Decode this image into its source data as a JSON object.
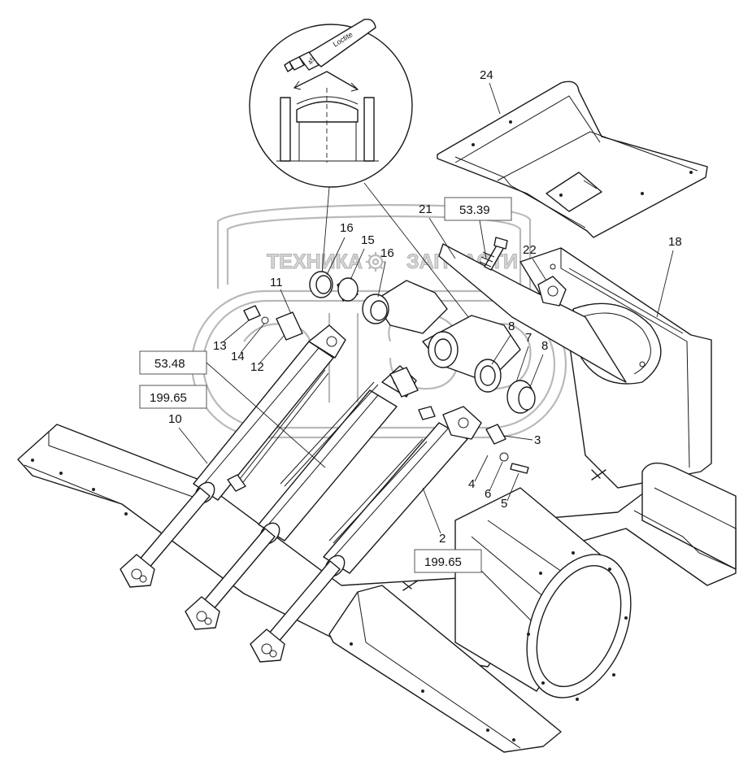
{
  "diagram": {
    "callouts": [
      {
        "id": "c24",
        "text": "24"
      },
      {
        "id": "c21",
        "text": "21"
      },
      {
        "id": "c22",
        "text": "22"
      },
      {
        "id": "c18",
        "text": "18"
      },
      {
        "id": "c16a",
        "text": "16"
      },
      {
        "id": "c15",
        "text": "15"
      },
      {
        "id": "c16b",
        "text": "16"
      },
      {
        "id": "c11",
        "text": "11"
      },
      {
        "id": "c13",
        "text": "13"
      },
      {
        "id": "c14",
        "text": "14"
      },
      {
        "id": "c12",
        "text": "12"
      },
      {
        "id": "c8a",
        "text": "8"
      },
      {
        "id": "c7",
        "text": "7"
      },
      {
        "id": "c8b",
        "text": "8"
      },
      {
        "id": "c10",
        "text": "10"
      },
      {
        "id": "c3",
        "text": "3"
      },
      {
        "id": "c4",
        "text": "4"
      },
      {
        "id": "c6",
        "text": "6"
      },
      {
        "id": "c5",
        "text": "5"
      },
      {
        "id": "c2",
        "text": "2"
      }
    ],
    "reference_boxes": [
      {
        "id": "r5339",
        "text": "53.39"
      },
      {
        "id": "r5348",
        "text": "53.48"
      },
      {
        "id": "r19965a",
        "text": "199.65"
      },
      {
        "id": "r19965b",
        "text": "199.65"
      }
    ],
    "tube_label": "Loctite",
    "tube_number": "45",
    "watermark": {
      "text_left": "ТЕХНИКА",
      "text_right": "ЗАПЧАСТИ"
    }
  }
}
